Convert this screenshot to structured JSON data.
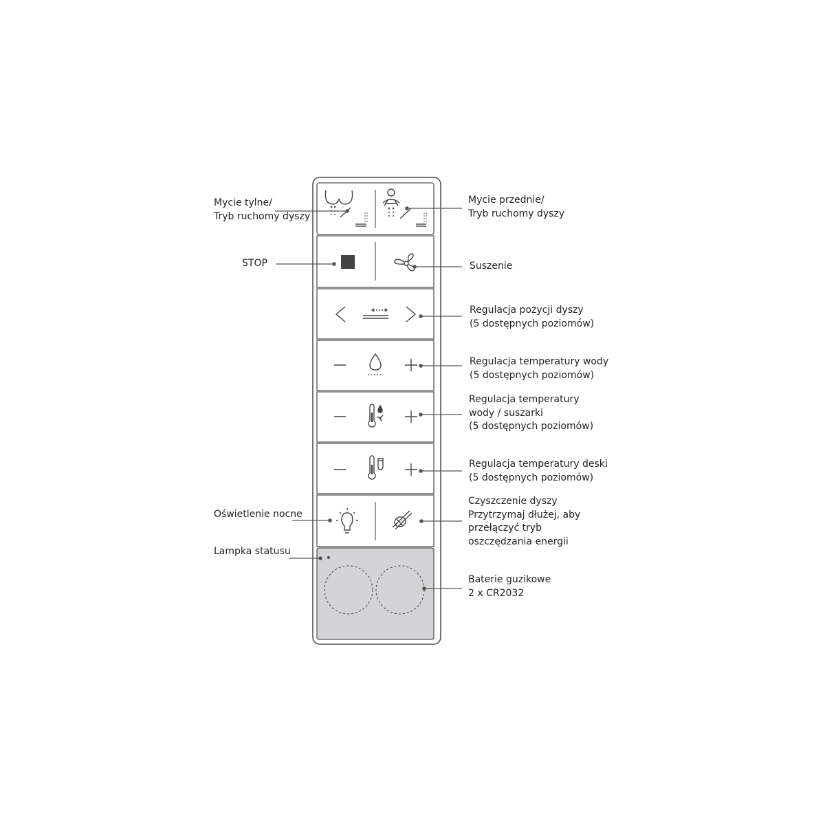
{
  "labels": {
    "rear_wash": [
      "Mycie tylne/",
      "Tryb ruchomy dyszy"
    ],
    "stop": [
      "STOP"
    ],
    "night_light": [
      "Oświetlenie nocne"
    ],
    "status_lamp": [
      "Lampka statusu"
    ],
    "front_wash": [
      "Mycie przednie/",
      "Tryb ruchomy dyszy"
    ],
    "drying": [
      "Suszenie"
    ],
    "nozzle_position": [
      "Regulacja pozycji dyszy",
      "(5 dostępnych poziomów)"
    ],
    "water_temp": [
      "Regulacja temperatury wody",
      "(5 dostępnych poziomów)"
    ],
    "water_dryer_temp": [
      "Regulacja temperatury",
      "wody / suszarki",
      "(5 dostępnych poziomów)"
    ],
    "seat_temp": [
      "Regulacja temperatury deski",
      "(5 dostępnych poziomów)"
    ],
    "nozzle_cleaning": [
      "Czyszczenie dyszy",
      "Przytrzymaj dłużej, aby",
      "przełączyć tryb",
      "oszczędzania energii"
    ],
    "batteries": [
      "Baterie guzikowe",
      "2 x CR2032"
    ]
  },
  "colors": {
    "outline": "#555555",
    "battery_panel": "#d4d4d6",
    "stop_square": "#444444",
    "leader_line": "#555555"
  },
  "icons": {
    "rear_wash": "rear-wash-icon",
    "front_wash": "front-wash-icon",
    "stop": "stop-square-icon",
    "drying": "fan-icon",
    "nozzle_position": "nozzle-position-icon",
    "water_temp": "water-drop-icon",
    "water_dryer_temp": "thermometer-drop-fan-icon",
    "seat_temp": "thermometer-seat-icon",
    "night_light": "light-bulb-icon",
    "nozzle_cleaning": "nozzle-brush-icon"
  }
}
